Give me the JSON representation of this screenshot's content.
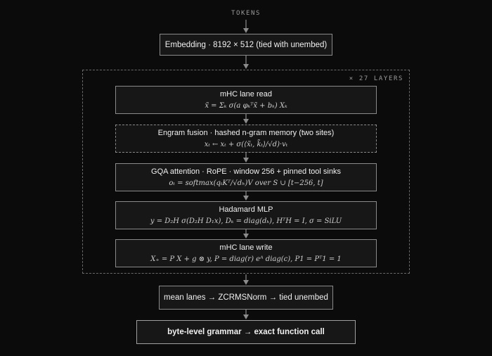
{
  "top_label": "TOKENS",
  "group_label": "× 27 LAYERS",
  "embedding": {
    "title": "Embedding · 8192 × 512 (tied with unembed)"
  },
  "layers": [
    {
      "title": "mHC lane read",
      "formula": "x̃ = Σₖ σ(a φₖᵀx̃ + bₖ) Xₖ"
    },
    {
      "title": "Engram fusion · hashed n-gram memory (two sites)",
      "formula": "xₜ ← xₜ + σ(⟨x̃ₜ, k̃ₜ⟩/√d)·vₜ"
    },
    {
      "title": "GQA attention · RoPE · window 256 + pinned tool sinks",
      "formula": "oₜ = softmax(qₜKᵀ/√dₕ)V over S ∪ [t−256, t]"
    },
    {
      "title": "Hadamard MLP",
      "formula": "y = D₂H σ(D₂H D₁x),   Dₖ = diag(dₖ),   HᵀH = I,   σ = SiLU"
    },
    {
      "title": "mHC lane write",
      "formula": "X₊ = P X + g ⊗ y,   P = diag(r) eᴬ diag(c),   P1 = Pᵀ1 = 1"
    }
  ],
  "unembed": {
    "title": "mean lanes → ZCRMSNorm → tied unembed"
  },
  "grammar": {
    "title": "byte-level grammar → exact function call"
  }
}
